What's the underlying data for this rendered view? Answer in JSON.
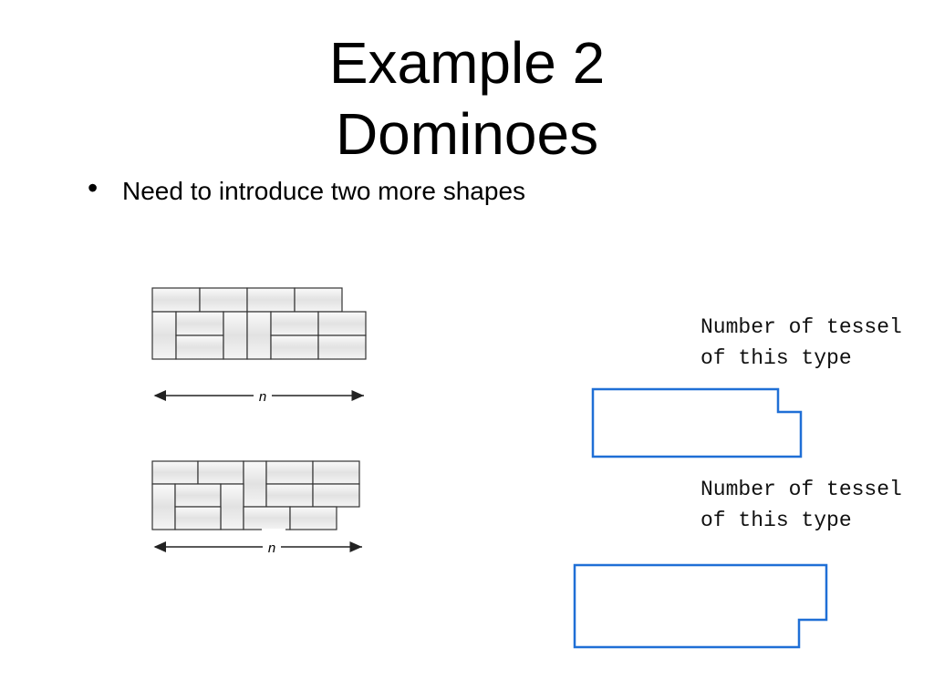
{
  "slide": {
    "title_line1": "Example 2",
    "title_line2": "Dominoes",
    "bullet": "Need to introduce two more shapes",
    "label1_line1": "Number of tessel",
    "label1_line2": "of this type",
    "label2_line1": "Number of tessel",
    "label2_line2": "of this type",
    "dimension_label_top": "n",
    "dimension_label_bottom": "n"
  },
  "colors": {
    "shape_outline": "#1f6fd6",
    "tile_fill": "#e6e6e6",
    "tile_stroke": "#333333"
  }
}
